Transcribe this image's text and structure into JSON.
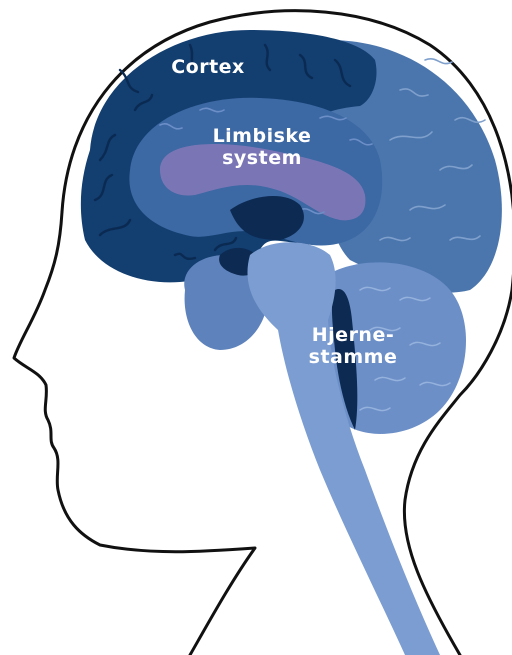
{
  "labels": {
    "cortex": "Cortex",
    "limbic_line1": "Limbiske",
    "limbic_line2": "system",
    "brainstem_line1": "Hjerne-",
    "brainstem_line2": "stamme"
  },
  "colors": {
    "background": "#ffffff",
    "outline": "#111111",
    "cortex": "#123e70",
    "cortex_rear": "#4b76ad",
    "limbic": "#3c68a3",
    "limbic_inner": "#7a76b6",
    "brainstem": "#7b9dd1",
    "cerebellum": "#6c8fc8",
    "ventricle": "#0c2a52",
    "temporal": "#5e82bb",
    "label_text": "#ffffff"
  },
  "icons": [
    "head-silhouette-icon",
    "brain-icon"
  ]
}
